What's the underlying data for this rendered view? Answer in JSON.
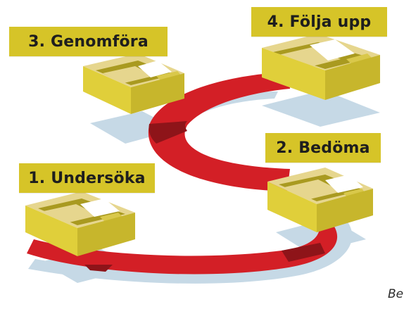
{
  "steps": [
    {
      "label": "1. Undersöka"
    },
    {
      "label": "2. Bedöma"
    },
    {
      "label": "3. Genomföra"
    },
    {
      "label": "4. Följa upp"
    }
  ],
  "footer_text": "Be",
  "colors": {
    "arrow": "#d31f26",
    "arrow_dark": "#8e1419",
    "shadow": "#c6d9e6",
    "label_bg": "#d6c428",
    "box_top": "#c7b62c",
    "box_front": "#e0cf3a",
    "box_side": "#a99a20",
    "paper": "#ffffff",
    "card": "#e6d68e"
  },
  "icons": [
    "tray-box-icon",
    "paper-stack-icon",
    "cycle-arrow-icon"
  ]
}
